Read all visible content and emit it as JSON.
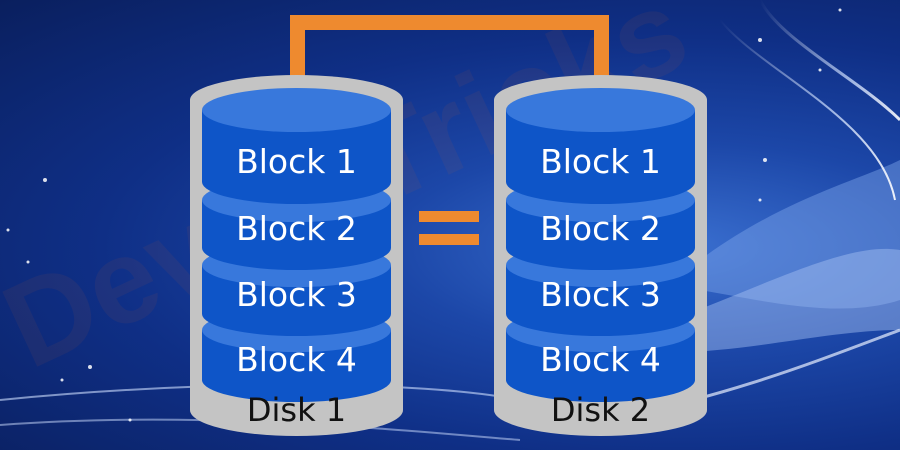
{
  "diagram": {
    "title": "Disk mirroring (RAID 1)",
    "colors": {
      "background": "#1436a0",
      "block_fill": "#0e55c8",
      "block_top": "#3878dc",
      "disk_shell": "#c4c4c4",
      "connector": "#ee8a2f",
      "block_text": "#ffffff",
      "disk_text": "#111111"
    },
    "equals_symbol": "=",
    "watermark": "DeviceTricks",
    "disks": [
      {
        "label": "Disk 1",
        "blocks": [
          "Block 1",
          "Block 2",
          "Block 3",
          "Block 4"
        ]
      },
      {
        "label": "Disk 2",
        "blocks": [
          "Block 1",
          "Block 2",
          "Block 3",
          "Block 4"
        ]
      }
    ]
  }
}
